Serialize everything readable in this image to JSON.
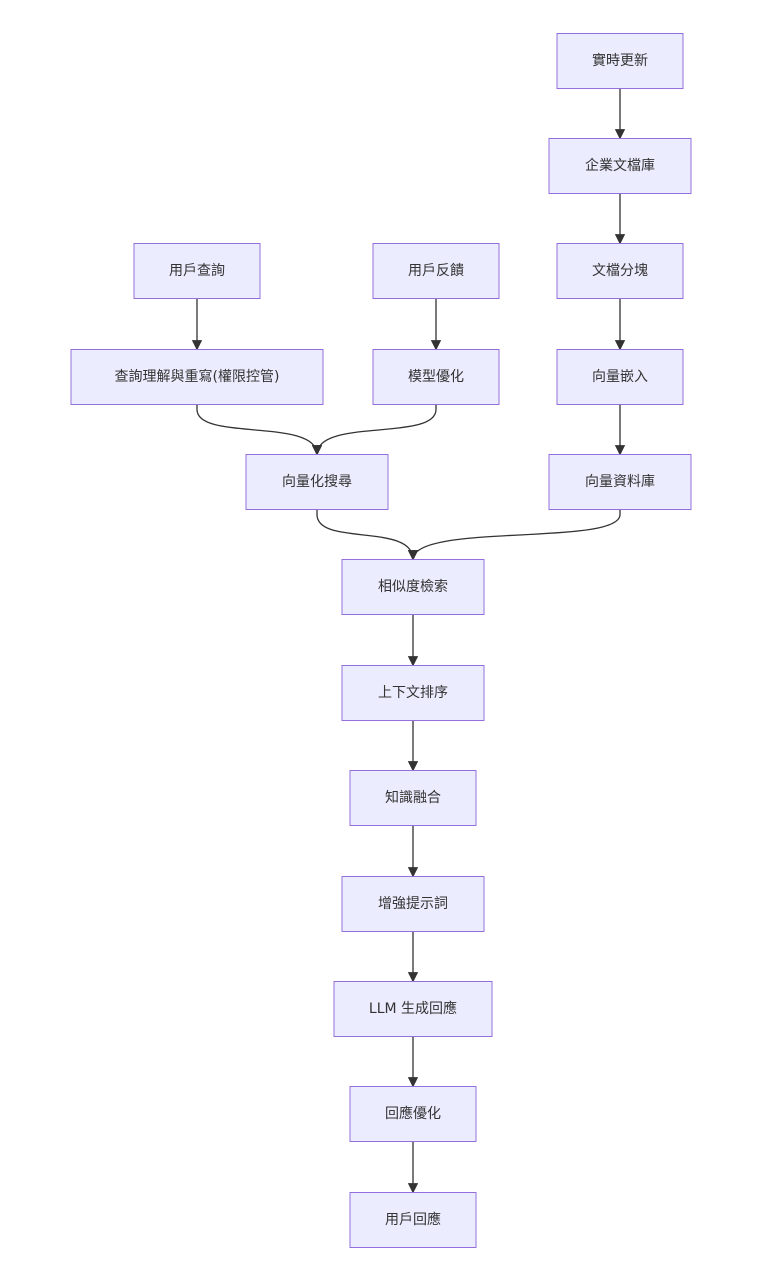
{
  "diagram": {
    "type": "flowchart",
    "direction": "TD",
    "nodes": [
      {
        "id": "realtime_update",
        "label": "實時更新"
      },
      {
        "id": "enterprise_docs",
        "label": "企業文檔庫"
      },
      {
        "id": "doc_chunking",
        "label": "文檔分塊"
      },
      {
        "id": "vector_embedding",
        "label": "向量嵌入"
      },
      {
        "id": "vector_db",
        "label": "向量資料庫"
      },
      {
        "id": "user_query",
        "label": "用戶查詢"
      },
      {
        "id": "query_rewrite",
        "label": "查詢理解與重寫(權限控管)"
      },
      {
        "id": "user_feedback",
        "label": "用戶反饋"
      },
      {
        "id": "model_opt",
        "label": "模型優化"
      },
      {
        "id": "vector_search",
        "label": "向量化搜尋"
      },
      {
        "id": "similarity_retrieval",
        "label": "相似度檢索"
      },
      {
        "id": "context_ranking",
        "label": "上下文排序"
      },
      {
        "id": "knowledge_fusion",
        "label": "知識融合"
      },
      {
        "id": "augmented_prompt",
        "label": "增強提示詞"
      },
      {
        "id": "llm_generate",
        "label": "LLM 生成回應"
      },
      {
        "id": "response_opt",
        "label": "回應優化"
      },
      {
        "id": "user_response",
        "label": "用戶回應"
      }
    ],
    "edges": [
      {
        "from": "realtime_update",
        "to": "enterprise_docs"
      },
      {
        "from": "enterprise_docs",
        "to": "doc_chunking"
      },
      {
        "from": "doc_chunking",
        "to": "vector_embedding"
      },
      {
        "from": "vector_embedding",
        "to": "vector_db"
      },
      {
        "from": "user_query",
        "to": "query_rewrite"
      },
      {
        "from": "user_feedback",
        "to": "model_opt"
      },
      {
        "from": "query_rewrite",
        "to": "vector_search"
      },
      {
        "from": "model_opt",
        "to": "vector_search"
      },
      {
        "from": "vector_search",
        "to": "similarity_retrieval"
      },
      {
        "from": "vector_db",
        "to": "similarity_retrieval"
      },
      {
        "from": "similarity_retrieval",
        "to": "context_ranking"
      },
      {
        "from": "context_ranking",
        "to": "knowledge_fusion"
      },
      {
        "from": "knowledge_fusion",
        "to": "augmented_prompt"
      },
      {
        "from": "augmented_prompt",
        "to": "llm_generate"
      },
      {
        "from": "llm_generate",
        "to": "response_opt"
      },
      {
        "from": "response_opt",
        "to": "user_response"
      }
    ]
  },
  "colors": {
    "node_fill": "#ECECFF",
    "node_border": "#9370DB",
    "edge": "#333333",
    "text": "#333333"
  }
}
